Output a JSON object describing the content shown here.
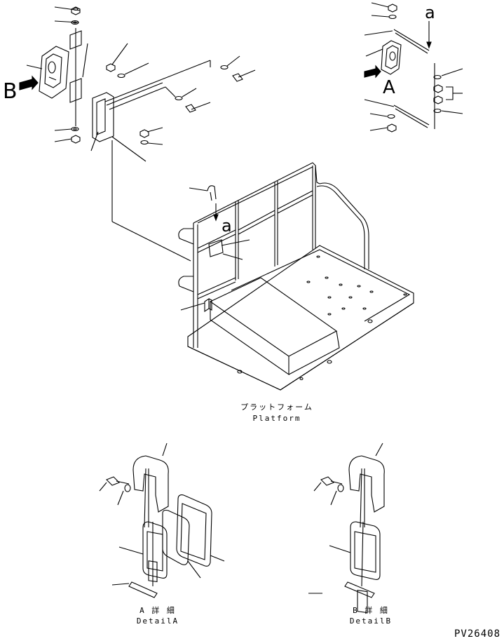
{
  "labels": {
    "view_b": "B",
    "view_a": "A",
    "ref_a_top": "a",
    "ref_a_platform": "a",
    "platform_jp": "プラットフォーム",
    "platform_en": "Platform",
    "detail_a_jp": "A 詳 細",
    "detail_a_en": "DetailA",
    "detail_b_jp": "B 詳 細",
    "detail_b_en": "DetailB",
    "drawing_number": "PV26408"
  },
  "colors": {
    "line": "#000000",
    "background": "#ffffff"
  }
}
